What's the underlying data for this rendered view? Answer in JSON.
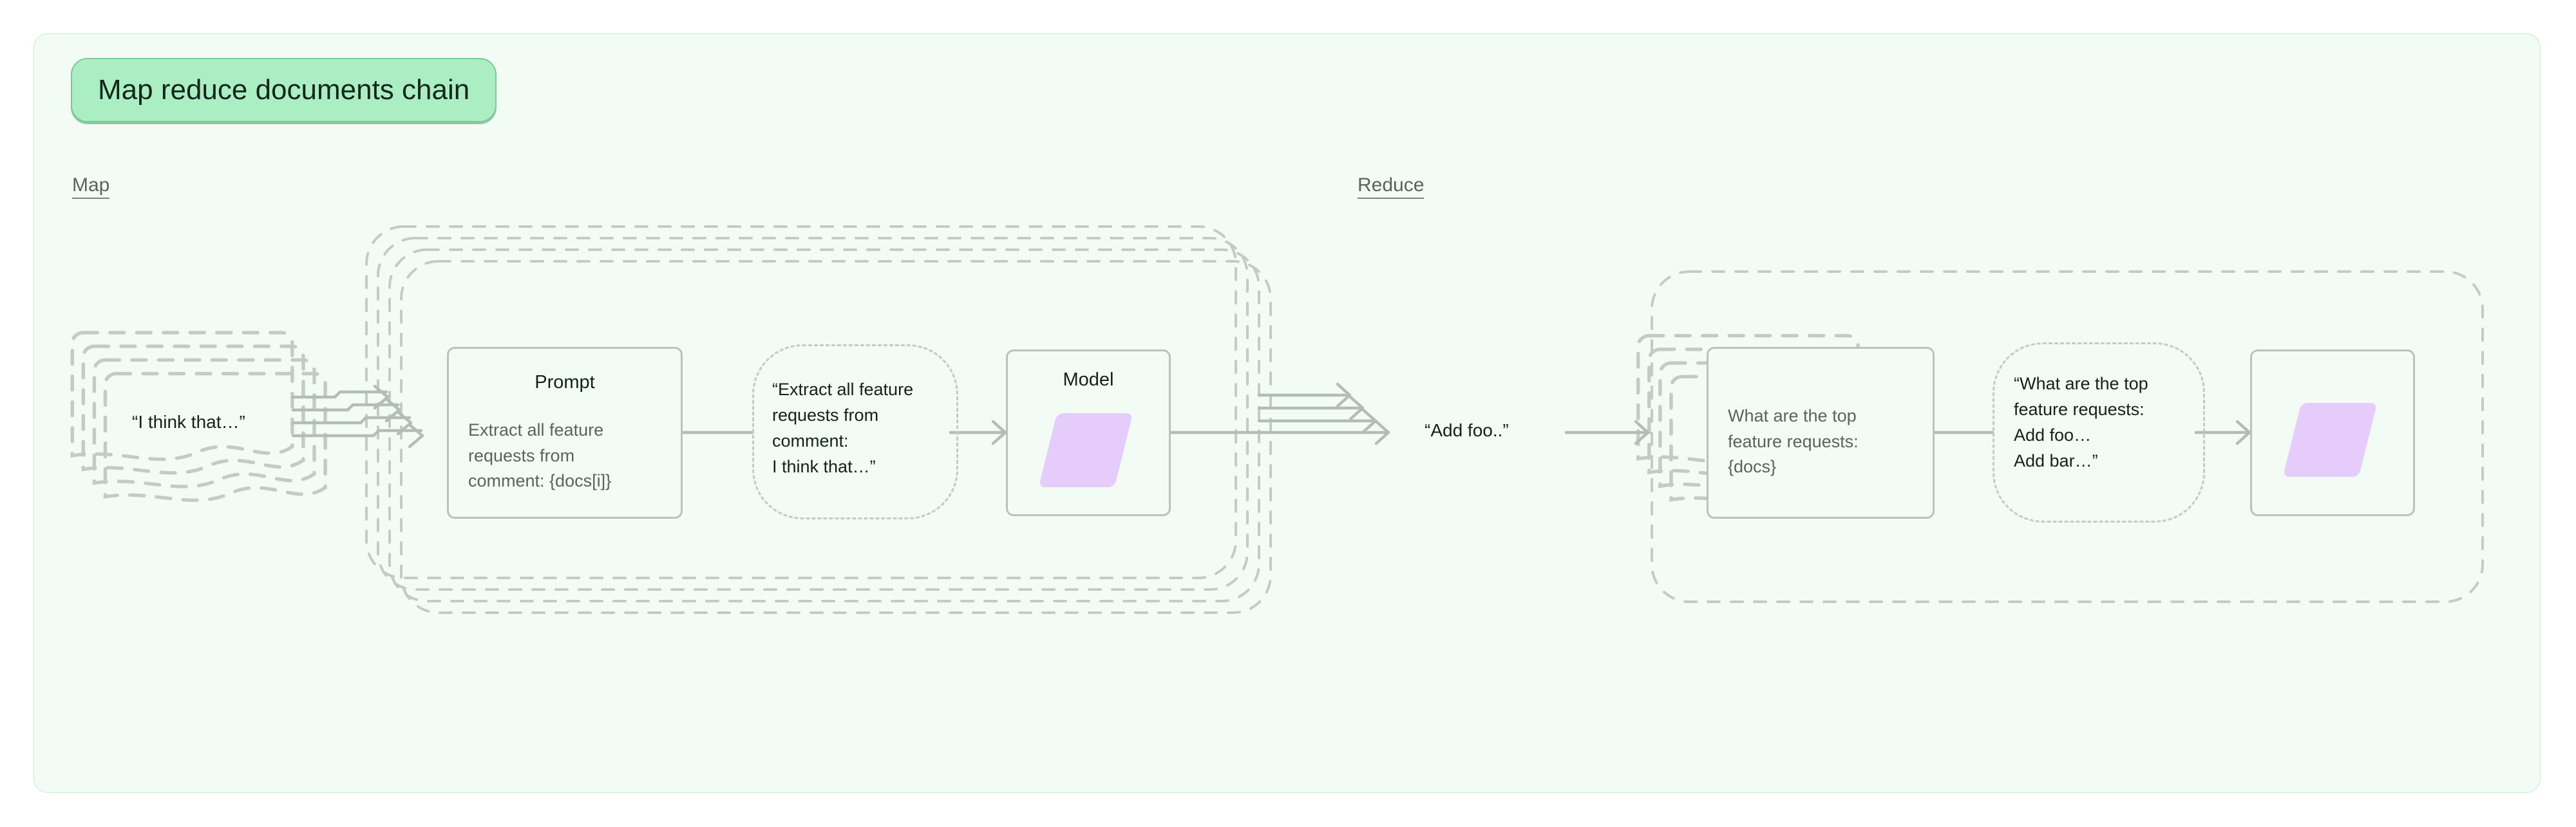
{
  "diagram": {
    "title": "Map reduce documents chain",
    "theme": {
      "canvas_bg": "#f2fbf4",
      "canvas_border": "#c7ecd2",
      "pill_fill": "#abeec4",
      "pill_border": "#7fc79a",
      "line": "#b3bdb8",
      "dashed": "#c2cbc6",
      "model_shape": "#e6ccfb",
      "text_dark": "#13211a",
      "text_muted": "#5d625f"
    },
    "sections": [
      {
        "id": "map",
        "label": "Map"
      },
      {
        "id": "reduce",
        "label": "Reduce"
      }
    ],
    "map": {
      "input_docs": {
        "name": "input-document-stack",
        "text": "“I think that…”",
        "count": 4
      },
      "prompt": {
        "title": "Prompt",
        "body": "Extract all feature\nrequests from\ncomment: {docs[i]}"
      },
      "rendered_prompt": {
        "text": "“Extract all feature\nrequests from\ncomment:\n   I think that…”"
      },
      "model": {
        "title": "Model",
        "shape": "parallelogram"
      },
      "group": {
        "name": "map-iteration-group",
        "stack_count": 4
      },
      "fan_in_arrows": 4,
      "fan_out_arrows": 4
    },
    "intermediate_docs": {
      "name": "intermediate-document-stack",
      "text": "“Add foo..”",
      "count": 4
    },
    "reduce": {
      "prompt": {
        "title": "",
        "body": "What are the top\nfeature requests:\n{docs}"
      },
      "rendered_prompt": {
        "text": "“What are the top\nfeature requests:\n   Add foo…\n   Add bar…”"
      },
      "model": {
        "title": "",
        "shape": "parallelogram"
      },
      "group": {
        "name": "reduce-group",
        "stack_count": 1
      }
    }
  }
}
